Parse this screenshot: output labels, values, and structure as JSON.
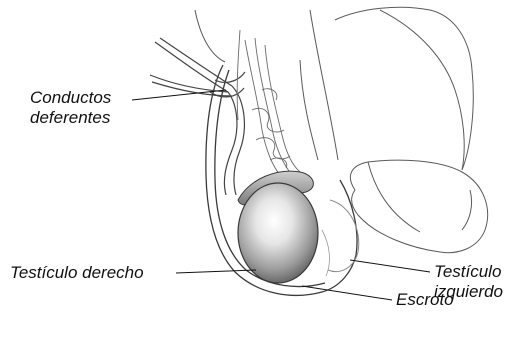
{
  "labels": {
    "conductos_line1": "Conductos",
    "conductos_line2": "deferentes",
    "testiculo_derecho": "Testículo derecho",
    "testiculo_izquierdo_line1": "Testículo",
    "testiculo_izquierdo_line2": "izquierdo",
    "escroto": "Escroto"
  },
  "colors": {
    "outline": "#3a3a3a",
    "testis_light": "#ffffff",
    "testis_dark": "#6a6a6a",
    "leader": "#111111"
  }
}
